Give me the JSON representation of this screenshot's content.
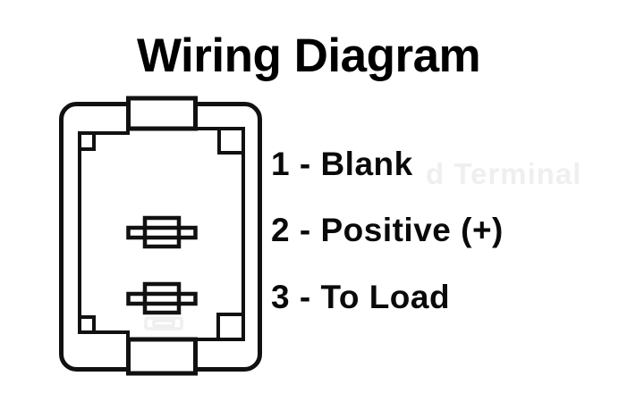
{
  "title": "Wiring Diagram",
  "labels": [
    {
      "pin": "1",
      "text": "1 - Blank"
    },
    {
      "pin": "2",
      "text": "2 - Positive (+)"
    },
    {
      "pin": "3",
      "text": "3 - To Load"
    }
  ],
  "ghost_text": "d Terminal",
  "diagram": {
    "type": "rocker-switch-connector-back-view",
    "parts": [
      "connector-housing-outline",
      "connector-inner-wall",
      "corner-notch-top-left",
      "corner-notch-top-right",
      "corner-notch-bottom-left",
      "corner-notch-bottom-right",
      "mounting-tab-top",
      "mounting-tab-bottom",
      "terminal-pin-2",
      "terminal-pin-3",
      "ghost-terminal-mark"
    ],
    "terminal_count_visible": 2
  },
  "colors": {
    "background": "#ffffff",
    "line": "#111111",
    "text": "#0a0a0a",
    "ghost": "#efefef"
  }
}
